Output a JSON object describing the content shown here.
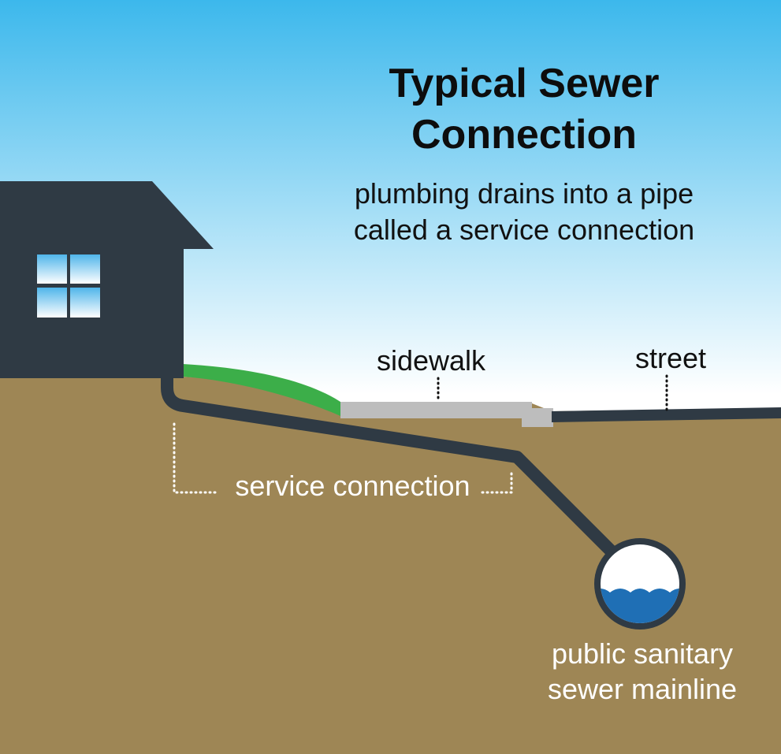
{
  "title_line1": "Typical Sewer",
  "title_line2": "Connection",
  "subtitle_line1": "plumbing drains into a pipe",
  "subtitle_line2": "called a service connection",
  "labels": {
    "sidewalk": "sidewalk",
    "street": "street",
    "service_connection": "service connection",
    "mainline_line1": "public sanitary",
    "mainline_line2": "sewer mainline"
  },
  "colors": {
    "sky_top": "#3cb8ec",
    "sky_bottom": "#ffffff",
    "ground": "#9e8655",
    "house": "#2f3a44",
    "pipe": "#2f3a44",
    "grass": "#3cae49",
    "sidewalk": "#bdbdbd",
    "water": "#1f6fb5",
    "window_top": "#4fb5ea",
    "window_bottom": "#ffffff"
  }
}
